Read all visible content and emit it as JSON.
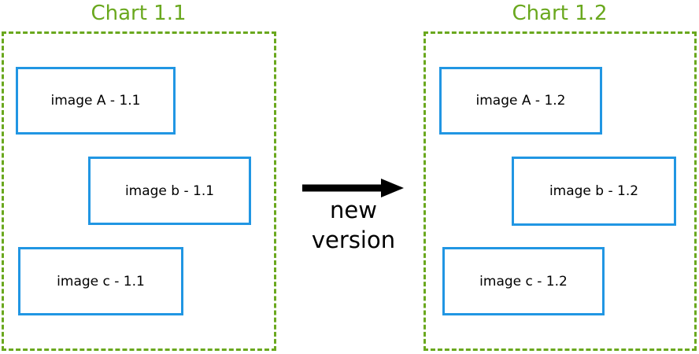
{
  "diagram": {
    "title_color": "#6aa81e",
    "box_border_color": "#2196e3",
    "arrow_color": "#000000",
    "background_color": "#ffffff"
  },
  "groups": [
    {
      "id": "chart-1-1",
      "title": "Chart 1.1",
      "boxes": [
        {
          "id": "image-a-1-1",
          "label": "image A - 1.1"
        },
        {
          "id": "image-b-1-1",
          "label": "image b - 1.1"
        },
        {
          "id": "image-c-1-1",
          "label": "image c - 1.1"
        }
      ]
    },
    {
      "id": "chart-1-2",
      "title": "Chart 1.2",
      "boxes": [
        {
          "id": "image-a-1-2",
          "label": "image A - 1.2"
        },
        {
          "id": "image-b-1-2",
          "label": "image b - 1.2"
        },
        {
          "id": "image-c-1-2",
          "label": "image c - 1.2"
        }
      ]
    }
  ],
  "connector": {
    "icon": "right-arrow-icon",
    "caption_line_1": "new",
    "caption_line_2": "version"
  }
}
